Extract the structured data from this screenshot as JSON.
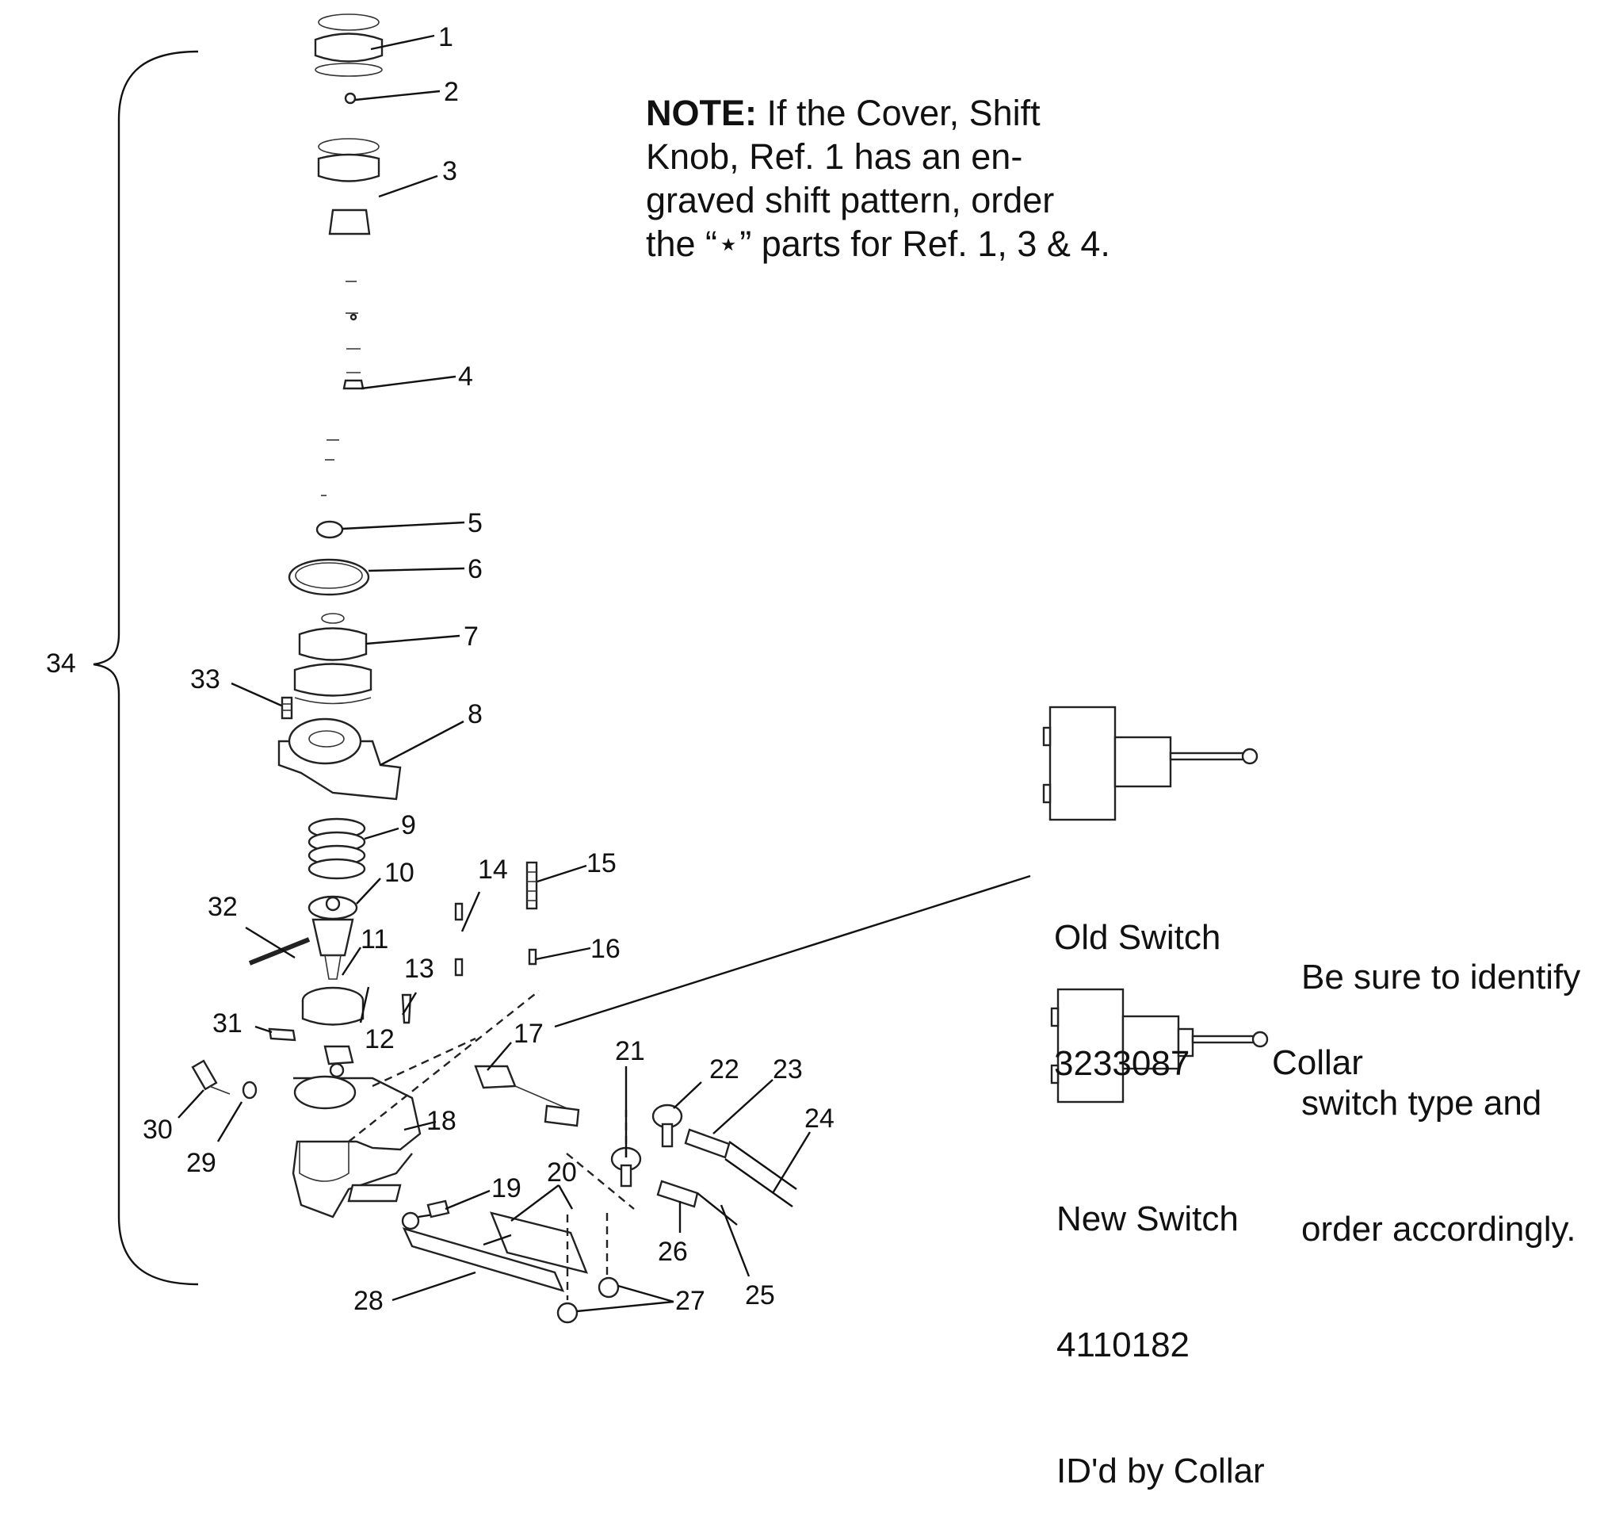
{
  "note": {
    "label": "NOTE:",
    "lines": [
      " If the Cover, Shift",
      "Knob, Ref. 1 has an en-",
      "graved shift pattern, order",
      "the “⋆” parts for Ref. 1, 3 & 4."
    ]
  },
  "callouts": [
    "1",
    "2",
    "3",
    "4",
    "5",
    "6",
    "7",
    "8",
    "9",
    "10",
    "11",
    "12",
    "13",
    "14",
    "15",
    "16",
    "17",
    "18",
    "19",
    "20",
    "21",
    "22",
    "23",
    "24",
    "25",
    "26",
    "27",
    "28",
    "29",
    "30",
    "31",
    "32",
    "33",
    "34"
  ],
  "old_switch": {
    "title": "Old Switch",
    "part_number": "3233087"
  },
  "new_switch": {
    "title": "New Switch",
    "part_number": "4110182",
    "id_note": "ID'd by Collar"
  },
  "collar_label": "Collar",
  "identify_note": [
    "Be sure to identify",
    "switch type and",
    "order accordingly."
  ]
}
